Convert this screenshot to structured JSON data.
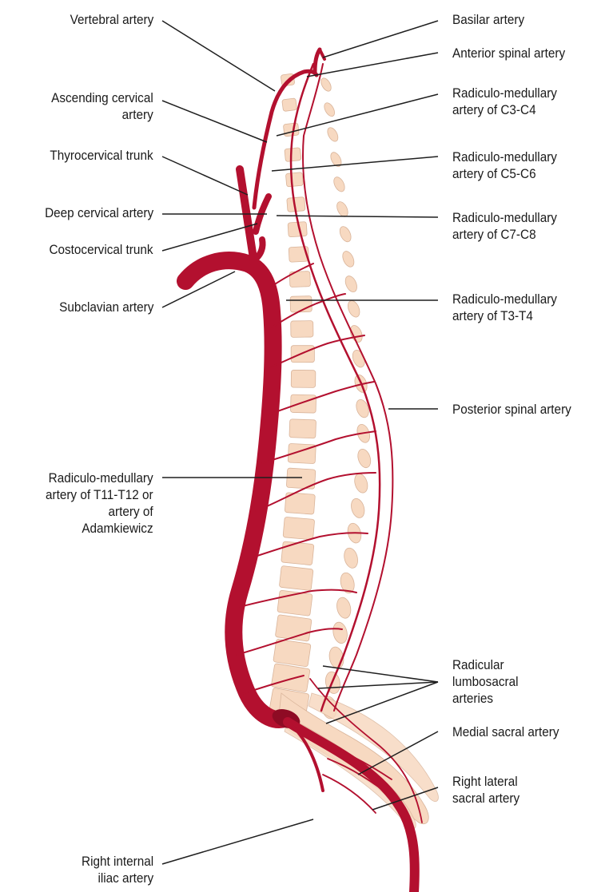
{
  "colors": {
    "artery": "#b3102f",
    "artery_dark": "#8e0b24",
    "bone": "#f7d9c1",
    "leader": "#1f1f1f"
  },
  "labels_left": {
    "vertebral_artery": "Vertebral artery",
    "ascending_cervical_artery": "Ascending cervical\nartery",
    "thyrocervical_trunk": "Thyrocervical trunk",
    "deep_cervical_artery": "Deep cervical artery",
    "costocervical_trunk": "Costocervical trunk",
    "subclavian_artery": "Subclavian artery",
    "radiculo_medullary_t11_t12": "Radiculo-medullary\nartery of T11-T12 or\nartery of\nAdamkiewicz",
    "right_internal_iliac_artery": "Right internal\niliac artery"
  },
  "labels_right": {
    "basilar_artery": "Basilar artery",
    "anterior_spinal_artery": "Anterior spinal artery",
    "radiculo_medullary_c3_c4": "Radiculo-medullary\nartery of C3-C4",
    "radiculo_medullary_c5_c6": "Radiculo-medullary\nartery of C5-C6",
    "radiculo_medullary_c7_c8": "Radiculo-medullary\nartery of C7-C8",
    "radiculo_medullary_t3_t4": "Radiculo-medullary\nartery of T3-T4",
    "posterior_spinal_artery": "Posterior spinal artery",
    "radicular_lumbosacral_arteries": "Radicular\nlumbosacral\narteries",
    "medial_sacral_artery": "Medial sacral artery",
    "right_lateral_sacral_artery": "Right lateral\nsacral artery"
  }
}
